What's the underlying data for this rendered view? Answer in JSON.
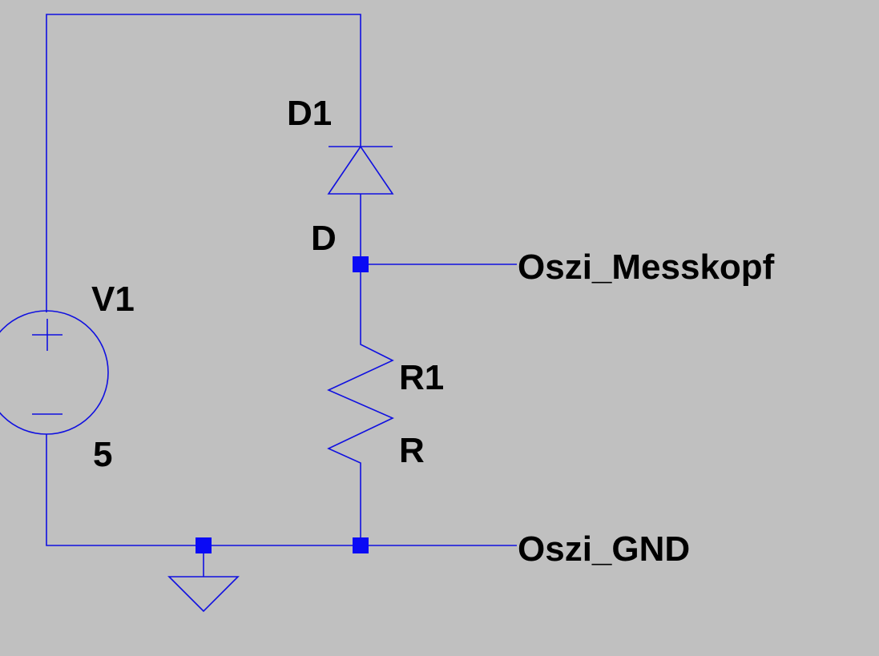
{
  "colors": {
    "background": "#c0c0c0",
    "wire": "#1010e0",
    "junction": "#0a0af5",
    "text": "#000000"
  },
  "components": {
    "source": {
      "ref": "V1",
      "value": "5",
      "icon": "dc-voltage-source-icon"
    },
    "diode": {
      "ref": "D1",
      "model": "D",
      "icon": "diode-icon"
    },
    "resistor": {
      "ref": "R1",
      "value": "R",
      "icon": "resistor-icon"
    },
    "ground": {
      "icon": "ground-icon"
    }
  },
  "nets": {
    "probe": "Oszi_Messkopf",
    "gnd": "Oszi_GND"
  }
}
